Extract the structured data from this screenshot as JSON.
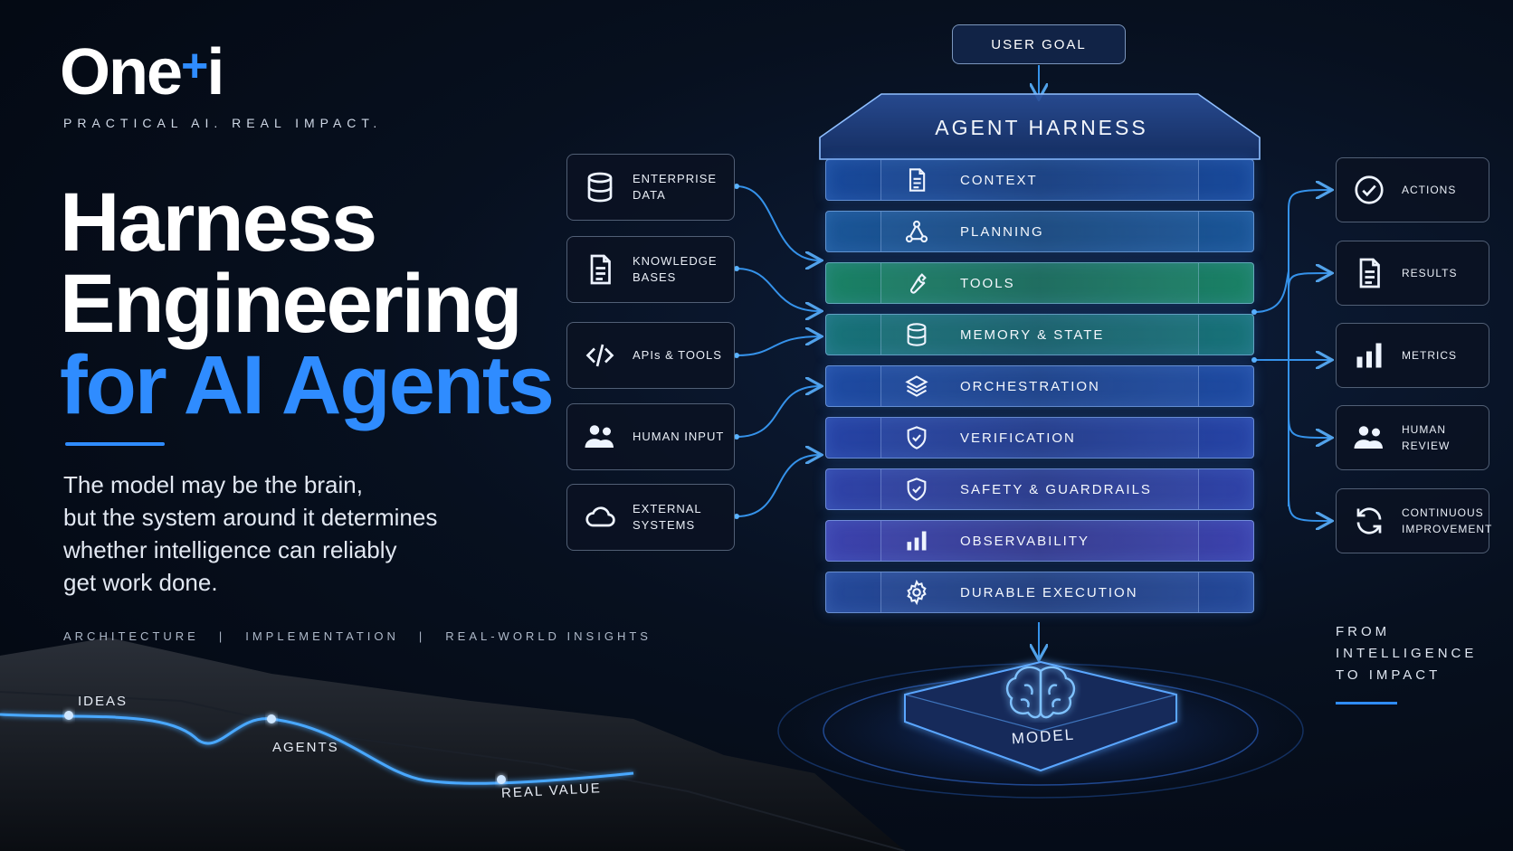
{
  "brand": {
    "name_a": "One",
    "name_plus": "+",
    "name_b": "i",
    "tagline": "PRACTICAL AI. REAL IMPACT."
  },
  "headline": {
    "line1": "Harness",
    "line2": "Engineering",
    "line3": "for AI Agents"
  },
  "description": [
    "The model may be the brain,",
    "but the system around it determines",
    "whether intelligence can reliably",
    "get work done."
  ],
  "keywords": [
    "ARCHITECTURE",
    "IMPLEMENTATION",
    "REAL-WORLD INSIGHTS"
  ],
  "keyword_separator": "|",
  "journey": [
    "IDEAS",
    "AGENTS",
    "REAL VALUE"
  ],
  "user_goal": "USER GOAL",
  "harness_title": "AGENT HARNESS",
  "layers": [
    {
      "label": "CONTEXT",
      "icon": "document-icon",
      "color": "#1d57b8"
    },
    {
      "label": "PLANNING",
      "icon": "network-icon",
      "color": "#1f66b3"
    },
    {
      "label": "TOOLS",
      "icon": "wrench-icon",
      "color": "#1f9d74"
    },
    {
      "label": "MEMORY & STATE",
      "icon": "database-icon",
      "color": "#1c8a8c"
    },
    {
      "label": "ORCHESTRATION",
      "icon": "layers-icon",
      "color": "#2458c0"
    },
    {
      "label": "VERIFICATION",
      "icon": "shield-check-icon",
      "color": "#2e4fc4"
    },
    {
      "label": "SAFETY & GUARDRAILS",
      "icon": "shield-check-icon",
      "color": "#3a4fc8"
    },
    {
      "label": "OBSERVABILITY",
      "icon": "bar-chart-icon",
      "color": "#4a4fd0"
    },
    {
      "label": "DURABLE EXECUTION",
      "icon": "gear-icon",
      "color": "#2d57b8"
    }
  ],
  "inputs": [
    {
      "label": "ENTERPRISE\nDATA",
      "icon": "database-icon"
    },
    {
      "label": "KNOWLEDGE\nBASES",
      "icon": "document-icon"
    },
    {
      "label": "APIs & TOOLS",
      "icon": "code-icon"
    },
    {
      "label": "HUMAN INPUT",
      "icon": "users-icon"
    },
    {
      "label": "EXTERNAL\nSYSTEMS",
      "icon": "cloud-icon"
    }
  ],
  "outputs": [
    {
      "label": "ACTIONS",
      "icon": "check-circle-icon"
    },
    {
      "label": "RESULTS",
      "icon": "document-icon"
    },
    {
      "label": "METRICS",
      "icon": "bar-chart-icon"
    },
    {
      "label": "HUMAN REVIEW",
      "icon": "users-icon"
    },
    {
      "label": "CONTINUOUS\nIMPROVEMENT",
      "icon": "refresh-icon"
    }
  ],
  "model_label": "MODEL",
  "closing": [
    "FROM",
    "INTELLIGENCE",
    "TO IMPACT"
  ],
  "colors": {
    "accent": "#2f8cff",
    "background": "#050b17",
    "connector": "#3aa0ff"
  }
}
